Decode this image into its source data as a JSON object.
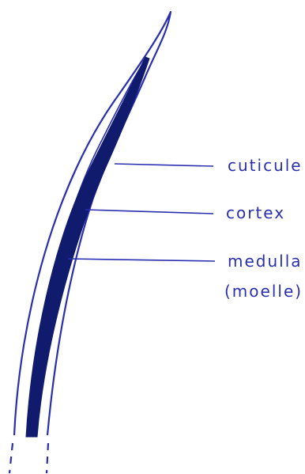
{
  "diagram": {
    "labels": {
      "cuticle": "cuticule",
      "cortex": "cortex",
      "medulla": "medulla",
      "medulla_alt": "(moelle)"
    },
    "colors": {
      "ink": "#2a2fb0",
      "medulla_fill": "#111b6e"
    }
  }
}
